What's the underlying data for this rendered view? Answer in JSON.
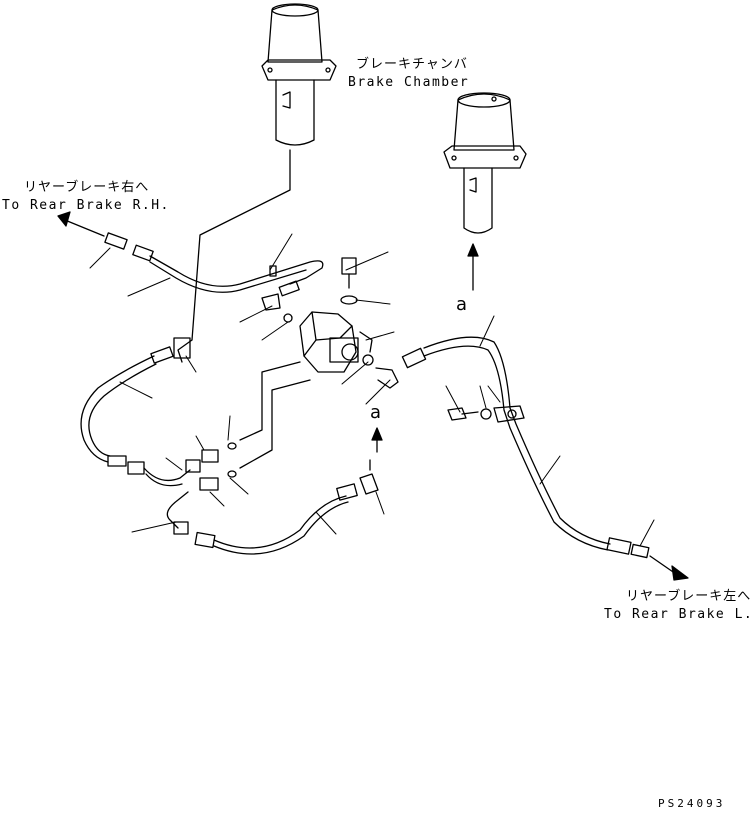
{
  "labels": {
    "brake_chamber_jp": "ブレーキチャンバ",
    "brake_chamber_en": "Brake Chamber",
    "rear_rh_jp": "リヤーブレーキ右へ",
    "rear_rh_en": "To Rear Brake R.H.",
    "rear_lh_jp": "リヤーブレーキ左へ",
    "rear_lh_en": "To Rear Brake L.H.",
    "view_marker_upper": "a",
    "view_marker_lower": "a",
    "drawing_code": "PS24093"
  },
  "colors": {
    "line": "#000000",
    "background": "#ffffff"
  }
}
